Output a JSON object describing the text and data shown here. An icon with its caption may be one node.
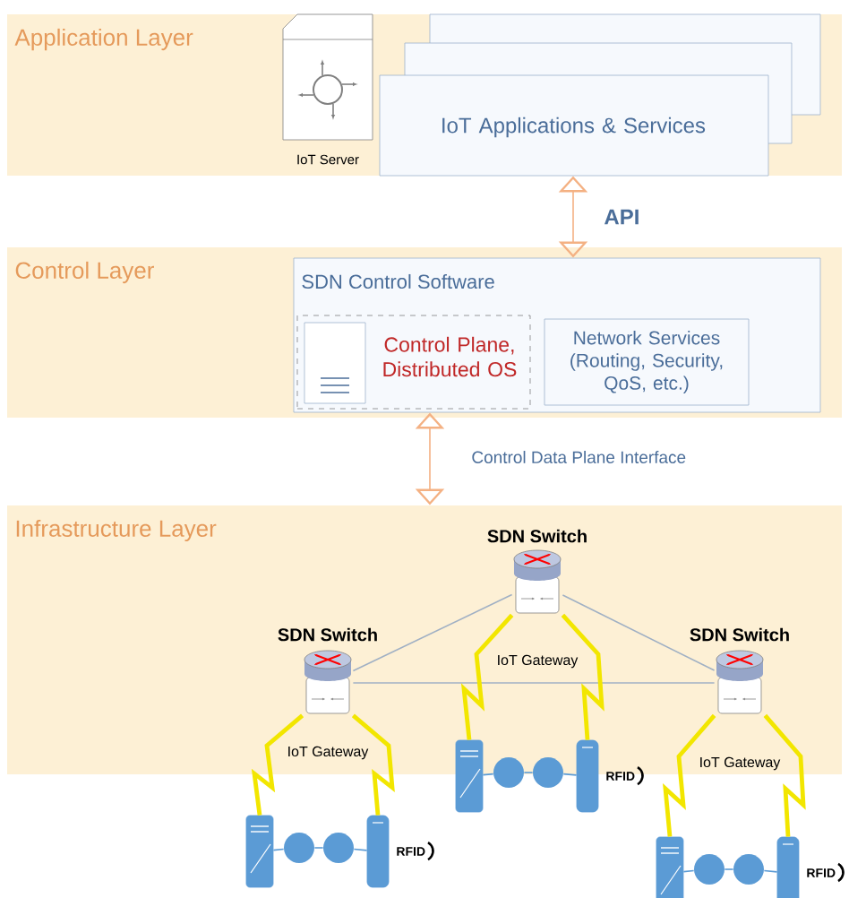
{
  "diagram": {
    "nodes": [
      {
        "text": [
          "Application Layer"
        ]
      },
      {
        "text": [
          "IoT Server"
        ],
        "in": 0
      },
      {
        "text": [
          "IoT Applications & Services"
        ],
        "in": 0
      },
      {
        "text": [
          "Control Layer"
        ]
      },
      {
        "text": [
          "SDN Control Software"
        ],
        "in": 3
      },
      {
        "text": [
          "Control Plane, Distributed OS"
        ],
        "in": 4
      },
      {
        "text": [
          "Network Services (Routing, Security, QoS, etc.)"
        ],
        "in": 4
      },
      {
        "text": [
          "Infrastructure Layer"
        ]
      },
      {
        "text": [
          "SDN Switch"
        ],
        "beside": [
          "IoT Gateway"
        ],
        "in": 7
      },
      {
        "text": [
          "SDN Switch"
        ],
        "beside": [
          "IoT Gateway"
        ],
        "in": 7
      },
      {
        "text": [
          "SDN Switch"
        ],
        "beside": [
          "IoT Gateway"
        ],
        "in": 7
      },
      {
        "text": [],
        "shape": "computer"
      },
      {
        "text": [],
        "shape": "circle"
      },
      {
        "text": [],
        "shape": "circle"
      },
      {
        "text": [],
        "shape": "phone",
        "beside": [
          "RFID"
        ]
      },
      {
        "text": [],
        "shape": "computer"
      },
      {
        "text": [],
        "shape": "circle"
      },
      {
        "text": [],
        "shape": "circle"
      },
      {
        "text": [],
        "shape": "phone",
        "beside": [
          "RFID"
        ]
      },
      {
        "text": [],
        "shape": "computer"
      },
      {
        "text": [],
        "shape": "circle"
      },
      {
        "text": [],
        "shape": "circle"
      },
      {
        "text": [],
        "shape": "phone",
        "beside": [
          "RFID"
        ]
      }
    ],
    "edges": [
      {
        "from": 2,
        "to": 4,
        "arrow": "both",
        "label": "API",
        "color": "#f4b183"
      },
      {
        "from": 4,
        "to": 7,
        "arrow": "both",
        "label": "Control Data Plane Interface",
        "color": "#f4b183"
      },
      {
        "from": 8,
        "to": 9,
        "arrow": "none"
      },
      {
        "from": 8,
        "to": 10,
        "arrow": "none"
      },
      {
        "from": 9,
        "to": 10,
        "arrow": "none"
      },
      {
        "from": 9,
        "to": 11,
        "arrow": "none",
        "style": "thick",
        "color": "#f2e600"
      },
      {
        "from": 9,
        "to": 14,
        "arrow": "none",
        "style": "thick",
        "color": "#f2e600"
      },
      {
        "from": 8,
        "to": 15,
        "arrow": "none",
        "style": "thick",
        "color": "#f2e600"
      },
      {
        "from": 8,
        "to": 18,
        "arrow": "none",
        "style": "thick",
        "color": "#f2e600"
      },
      {
        "from": 10,
        "to": 19,
        "arrow": "none",
        "style": "thick",
        "color": "#f2e600"
      },
      {
        "from": 10,
        "to": 22,
        "arrow": "none",
        "style": "thick",
        "color": "#f2e600"
      },
      {
        "from": 11,
        "to": 12,
        "arrow": "none",
        "color": "#5b9bd5"
      },
      {
        "from": 12,
        "to": 13,
        "arrow": "none",
        "color": "#5b9bd5"
      },
      {
        "from": 13,
        "to": 14,
        "arrow": "none",
        "color": "#5b9bd5"
      },
      {
        "from": 15,
        "to": 16,
        "arrow": "none",
        "color": "#5b9bd5"
      },
      {
        "from": 16,
        "to": 17,
        "arrow": "none",
        "color": "#5b9bd5"
      },
      {
        "from": 17,
        "to": 18,
        "arrow": "none",
        "color": "#5b9bd5"
      },
      {
        "from": 19,
        "to": 20,
        "arrow": "none",
        "color": "#5b9bd5"
      },
      {
        "from": 20,
        "to": 21,
        "arrow": "none",
        "color": "#5b9bd5"
      },
      {
        "from": 21,
        "to": 22,
        "arrow": "none",
        "color": "#5b9bd5"
      }
    ]
  }
}
